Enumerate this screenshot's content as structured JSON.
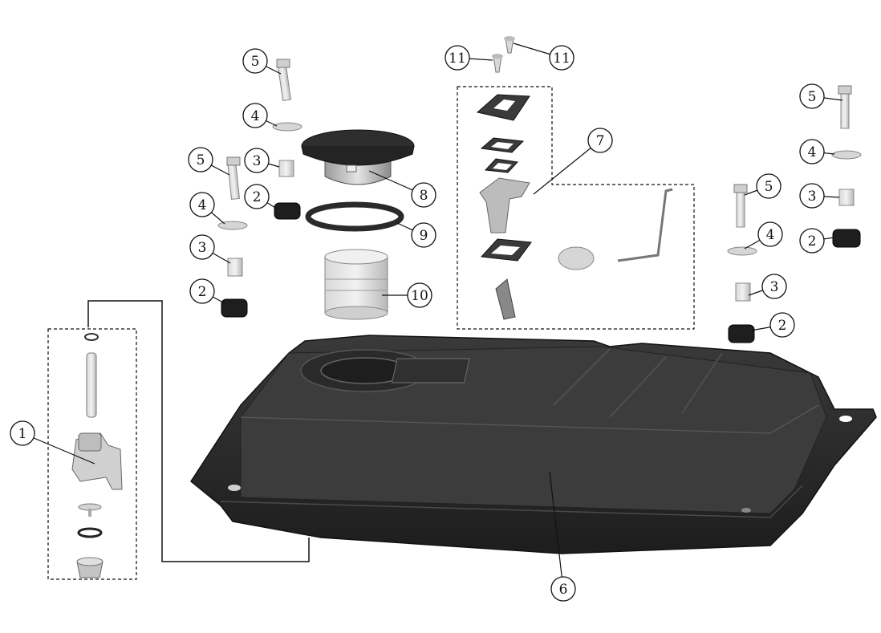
{
  "diagram": {
    "title": "",
    "callouts": [
      {
        "id": "c1",
        "label": "1"
      },
      {
        "id": "c2a",
        "label": "2"
      },
      {
        "id": "c2b",
        "label": "2"
      },
      {
        "id": "c2c",
        "label": "2"
      },
      {
        "id": "c2d",
        "label": "2"
      },
      {
        "id": "c3a",
        "label": "3"
      },
      {
        "id": "c3b",
        "label": "3"
      },
      {
        "id": "c3c",
        "label": "3"
      },
      {
        "id": "c3d",
        "label": "3"
      },
      {
        "id": "c4a",
        "label": "4"
      },
      {
        "id": "c4b",
        "label": "4"
      },
      {
        "id": "c4c",
        "label": "4"
      },
      {
        "id": "c4d",
        "label": "4"
      },
      {
        "id": "c5a",
        "label": "5"
      },
      {
        "id": "c5b",
        "label": "5"
      },
      {
        "id": "c5c",
        "label": "5"
      },
      {
        "id": "c5d",
        "label": "5"
      },
      {
        "id": "c6",
        "label": "6"
      },
      {
        "id": "c7",
        "label": "7"
      },
      {
        "id": "c8",
        "label": "8"
      },
      {
        "id": "c9",
        "label": "9"
      },
      {
        "id": "c10",
        "label": "10"
      },
      {
        "id": "c11a",
        "label": "11"
      },
      {
        "id": "c11b",
        "label": "11"
      }
    ]
  }
}
